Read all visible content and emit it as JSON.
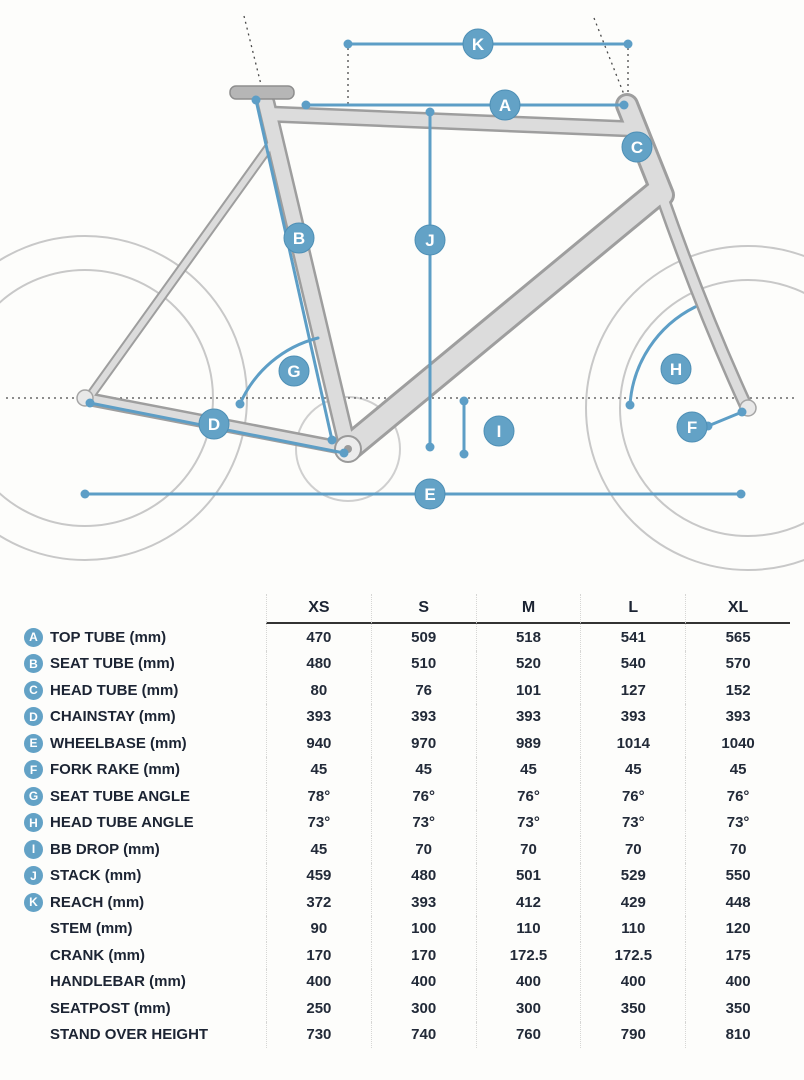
{
  "colors": {
    "accent_blue": "#5d9ec6",
    "badge_blue": "#63a2c6",
    "text_dark": "#1c2433"
  },
  "diagram": {
    "badges": [
      "K",
      "A",
      "C",
      "B",
      "J",
      "G",
      "H",
      "D",
      "I",
      "F",
      "E"
    ]
  },
  "table": {
    "columns": [
      "XS",
      "S",
      "M",
      "L",
      "XL"
    ],
    "rows": [
      {
        "badge": "A",
        "label": "TOP TUBE (mm)",
        "values": [
          "470",
          "509",
          "518",
          "541",
          "565"
        ]
      },
      {
        "badge": "B",
        "label": "SEAT TUBE (mm)",
        "values": [
          "480",
          "510",
          "520",
          "540",
          "570"
        ]
      },
      {
        "badge": "C",
        "label": "HEAD TUBE (mm)",
        "values": [
          "80",
          "76",
          "101",
          "127",
          "152"
        ]
      },
      {
        "badge": "D",
        "label": "CHAINSTAY (mm)",
        "values": [
          "393",
          "393",
          "393",
          "393",
          "393"
        ]
      },
      {
        "badge": "E",
        "label": "WHEELBASE (mm)",
        "values": [
          "940",
          "970",
          "989",
          "1014",
          "1040"
        ]
      },
      {
        "badge": "F",
        "label": "FORK RAKE (mm)",
        "values": [
          "45",
          "45",
          "45",
          "45",
          "45"
        ]
      },
      {
        "badge": "G",
        "label": "SEAT TUBE ANGLE",
        "values": [
          "78°",
          "76°",
          "76°",
          "76°",
          "76°"
        ]
      },
      {
        "badge": "H",
        "label": "HEAD TUBE ANGLE",
        "values": [
          "73°",
          "73°",
          "73°",
          "73°",
          "73°"
        ]
      },
      {
        "badge": "I",
        "label": "BB DROP (mm)",
        "values": [
          "45",
          "70",
          "70",
          "70",
          "70"
        ]
      },
      {
        "badge": "J",
        "label": "STACK (mm)",
        "values": [
          "459",
          "480",
          "501",
          "529",
          "550"
        ]
      },
      {
        "badge": "K",
        "label": "REACH (mm)",
        "values": [
          "372",
          "393",
          "412",
          "429",
          "448"
        ]
      },
      {
        "badge": "",
        "label": "STEM (mm)",
        "values": [
          "90",
          "100",
          "110",
          "110",
          "120"
        ]
      },
      {
        "badge": "",
        "label": "CRANK (mm)",
        "values": [
          "170",
          "170",
          "172.5",
          "172.5",
          "175"
        ]
      },
      {
        "badge": "",
        "label": "HANDLEBAR (mm)",
        "values": [
          "400",
          "400",
          "400",
          "400",
          "400"
        ]
      },
      {
        "badge": "",
        "label": "SEATPOST (mm)",
        "values": [
          "250",
          "300",
          "300",
          "350",
          "350"
        ]
      },
      {
        "badge": "",
        "label": "STAND OVER HEIGHT",
        "values": [
          "730",
          "740",
          "760",
          "790",
          "810"
        ]
      }
    ]
  }
}
